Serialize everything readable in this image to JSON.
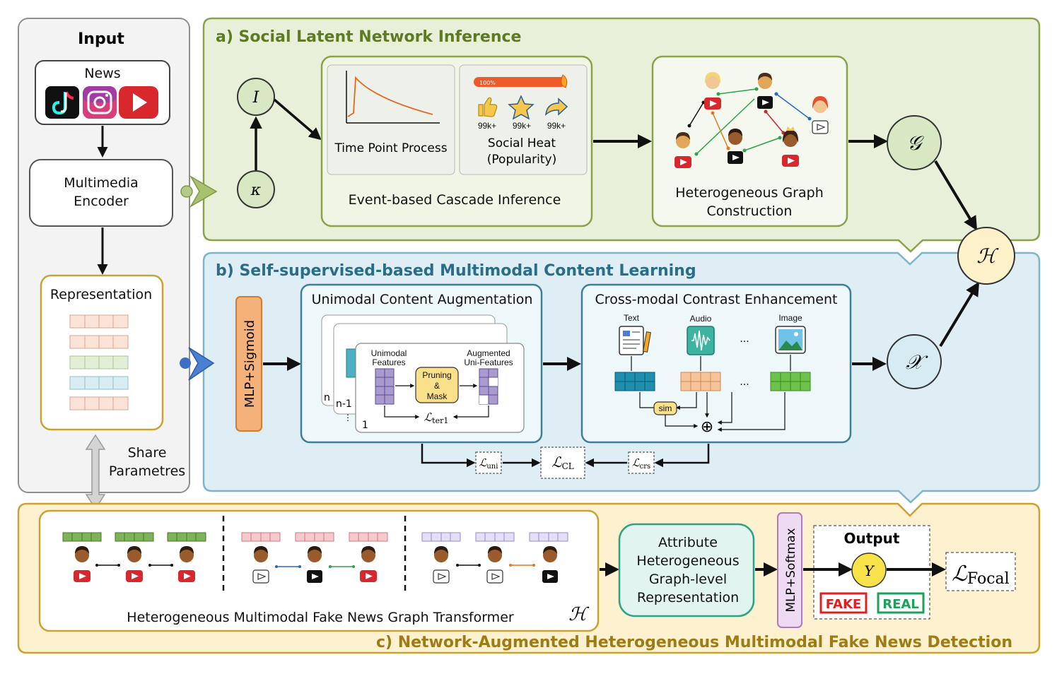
{
  "input": {
    "title": "Input",
    "news": "News",
    "encoder": [
      "Multimedia",
      "Encoder"
    ],
    "representation": "Representation",
    "share": [
      "Share",
      "Parametres"
    ]
  },
  "section_a": {
    "title": "a) Social Latent Network Inference",
    "node_i": "I",
    "node_k": "κ",
    "tpp": "Time Point Process",
    "heat_label": [
      "Social Heat",
      "(Popularity)"
    ],
    "heat_pct": "100%",
    "counts": [
      "99k+",
      "99k+",
      "99k+"
    ],
    "cascade": "Event-based Cascade Inference",
    "graph": [
      "Heterogeneous Graph",
      "Construction"
    ],
    "node_g": "𝒢"
  },
  "section_b": {
    "title": "b) Self-supervised-based Multimodal Content Learning",
    "mlp": "MLP+Sigmoid",
    "uca": "Unimodal Content Augmentation",
    "unimodal": [
      "Unimodal",
      "Features"
    ],
    "augmented": [
      "Augmented",
      "Uni-Features"
    ],
    "pruning": [
      "Pruning",
      "&",
      "Mask"
    ],
    "l_ter": "ℒter1",
    "card_n": "n",
    "card_n1": "n-1",
    "card_1": "1",
    "cce": "Cross-modal Contrast Enhancement",
    "mod_text": "Text",
    "mod_audio": "Audio",
    "mod_image": "Image",
    "ellipsis": "...",
    "sim": "sim",
    "oplus": "⊕",
    "l_uni": "ℒuni",
    "l_cl": "ℒCL",
    "l_crs": "ℒcrs",
    "node_x": "𝒳"
  },
  "node_h": "ℋ",
  "section_c": {
    "title": "c) Network-Augmented Heterogeneous Multimodal Fake News Detection",
    "transformer": "Heterogeneous Multimodal Fake News Graph Transformer",
    "h_label": "ℋ",
    "attr": [
      "Attribute",
      "Heterogeneous",
      "Graph-level",
      "Representation"
    ],
    "mlp": "MLP+Softmax",
    "output": "Output",
    "y": "Y",
    "fake": "FAKE",
    "real": "REAL",
    "focal": "ℒFocal"
  },
  "colors": {
    "green_bg": "#e9f0da",
    "green_border": "#8aa34a",
    "blue_bg": "#deeef4",
    "blue_border": "#7db6c9",
    "yellow_bg": "#fdf1cf",
    "yellow_border": "#c9a232",
    "gray_bg": "#f3f3f3",
    "node_green": "#d8e8c4",
    "node_blue": "#d6ebf2",
    "node_yellow": "#fdf1c9",
    "orange": "#f4b27a",
    "purple": "#e8d6ee"
  }
}
